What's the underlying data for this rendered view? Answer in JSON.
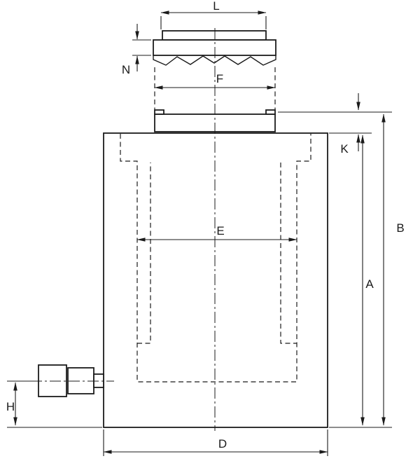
{
  "drawing": {
    "background": "#ffffff",
    "stroke_color": "#1b1b1b",
    "type": "engineering-dimension-drawing",
    "subject": "hydraulic-cylinder-side-view",
    "labels": {
      "L": "L",
      "N": "N",
      "F": "F",
      "K": "K",
      "E": "E",
      "A": "A",
      "B": "B",
      "H": "H",
      "D": "D"
    }
  }
}
